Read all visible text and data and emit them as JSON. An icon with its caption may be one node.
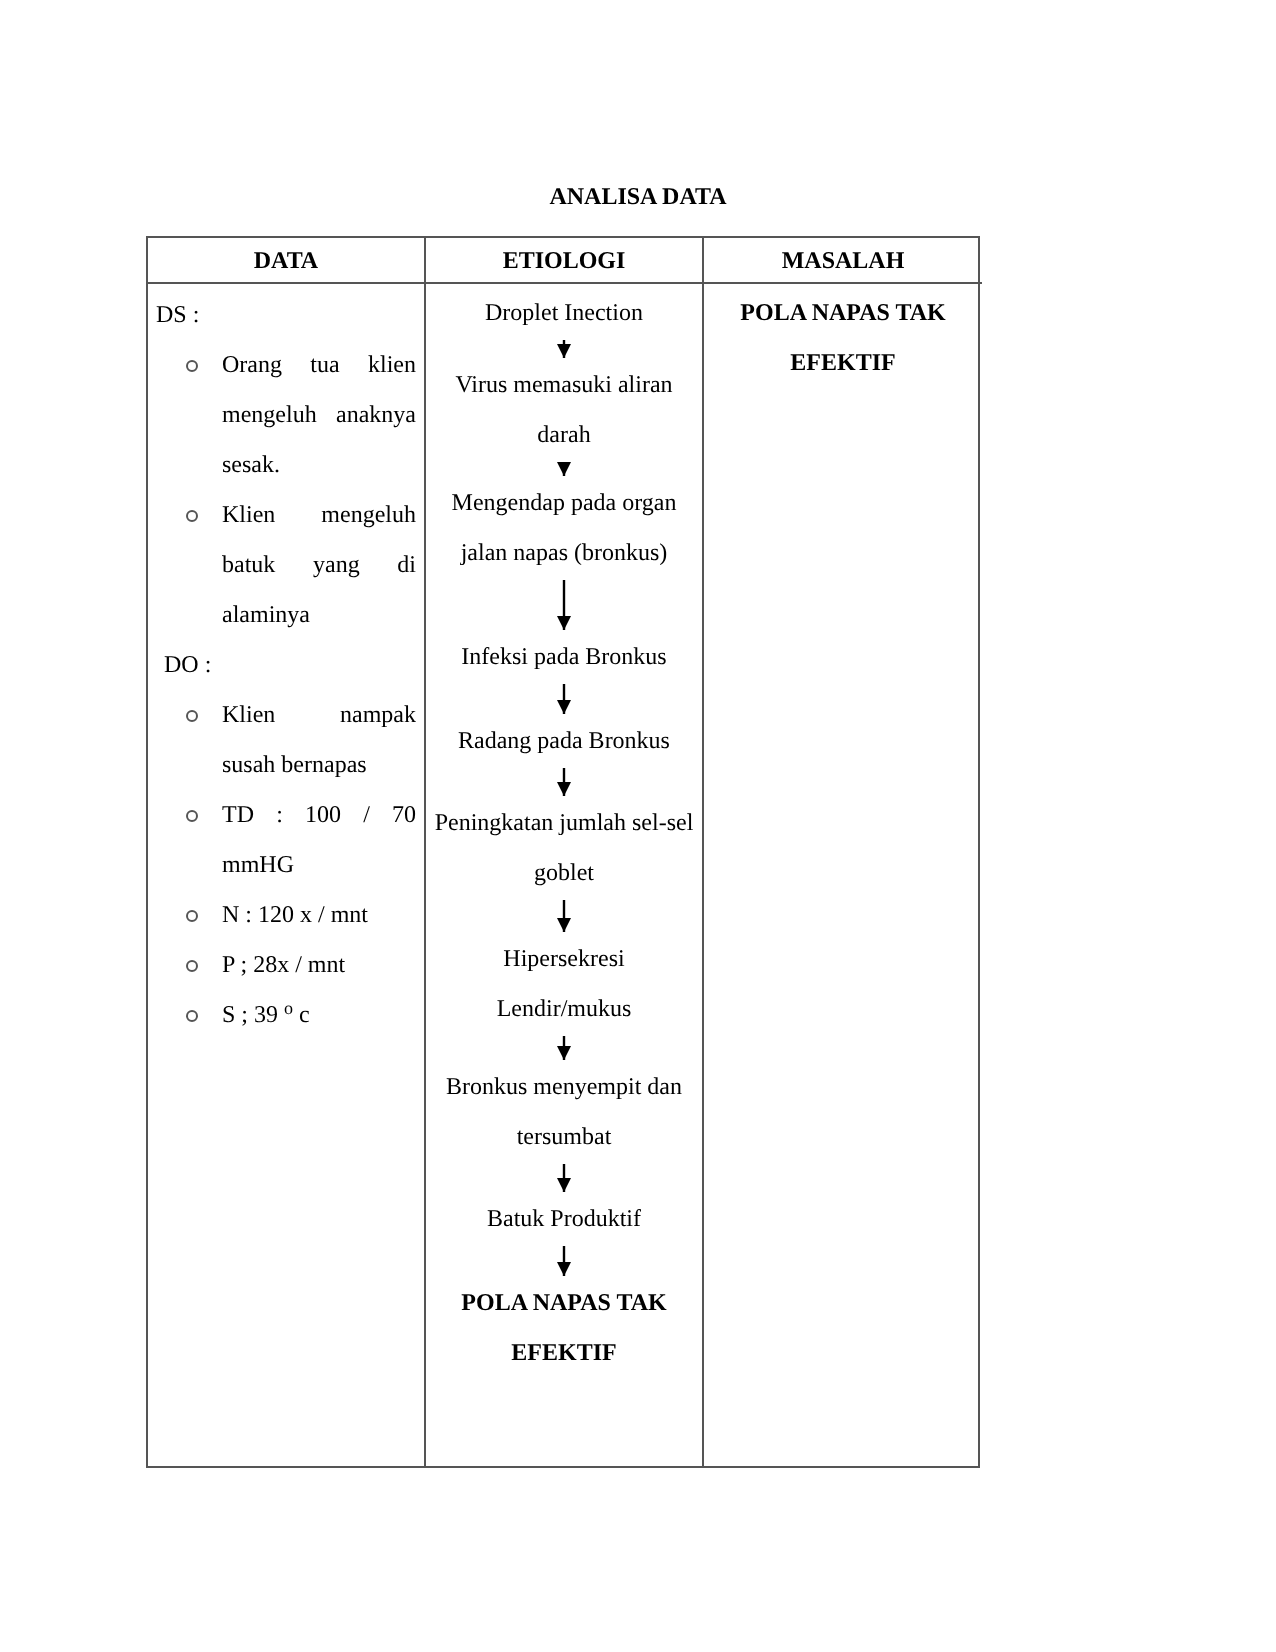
{
  "diagram": {
    "title": "ANALISA DATA",
    "nodes": [
      {
        "text": [
          "Droplet Inection"
        ]
      },
      {
        "text": [
          "Virus memasuki aliran darah"
        ]
      },
      {
        "text": [
          "Mengendap pada organ jalan napas (bronkus)"
        ]
      },
      {
        "text": [
          "Infeksi pada Bronkus"
        ]
      },
      {
        "text": [
          "Radang pada Bronkus"
        ]
      },
      {
        "text": [
          "Peningkatan jumlah sel-sel goblet"
        ]
      },
      {
        "text": [
          "Hipersekresi Lendir/mukus"
        ]
      },
      {
        "text": [
          "Bronkus menyempit dan tersumbat"
        ]
      },
      {
        "text": [
          "Batuk Produktif"
        ]
      },
      {
        "text": [
          "POLA NAPAS TAK EFEKTIF"
        ]
      }
    ],
    "edges": [
      {
        "from": 0,
        "to": 1,
        "arrow": "to"
      },
      {
        "from": 1,
        "to": 2,
        "arrow": "to"
      },
      {
        "from": 2,
        "to": 3,
        "arrow": "to"
      },
      {
        "from": 3,
        "to": 4,
        "arrow": "to"
      },
      {
        "from": 4,
        "to": 5,
        "arrow": "to"
      },
      {
        "from": 5,
        "to": 6,
        "arrow": "to"
      },
      {
        "from": 6,
        "to": 7,
        "arrow": "to"
      },
      {
        "from": 7,
        "to": 8,
        "arrow": "to"
      },
      {
        "from": 8,
        "to": 9,
        "arrow": "to"
      }
    ],
    "labels": [
      "DATA",
      "ETIOLOGI",
      "MASALAH",
      "DS :",
      "Orang tua klien mengeluh anaknya sesak.",
      "Klien mengeluh batuk yang di alaminya",
      "DO :",
      "Klien nampak susah bernapas",
      "TD : 100 / 70 mmHG",
      "N : 120 x / mnt",
      "P ; 28x / mnt",
      "S ; 39 $^{o}$ c",
      "POLA NAPAS TAK EFEKTIF"
    ]
  }
}
